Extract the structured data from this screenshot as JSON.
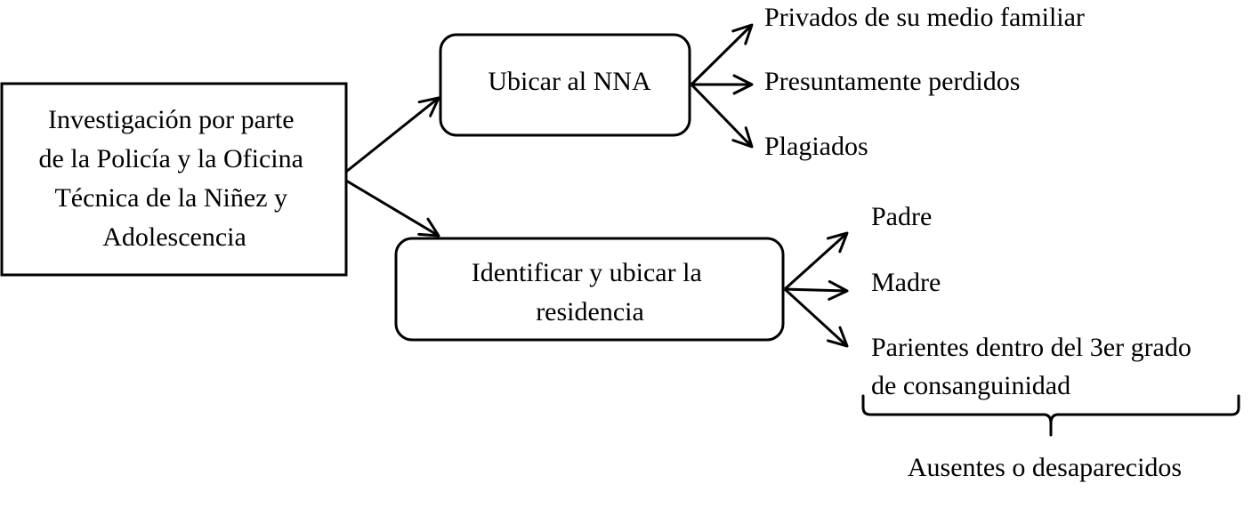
{
  "root": {
    "lines": [
      "Investigación por parte",
      "de la Policía y la Oficina",
      "Técnica de la Niñez y",
      "Adolescencia"
    ]
  },
  "branch_top": {
    "label": "Ubicar al NNA",
    "items": [
      "Privados de su medio familiar",
      "Presuntamente perdidos",
      "Plagiados"
    ]
  },
  "branch_bottom": {
    "lines": [
      "Identificar y ubicar la",
      "residencia"
    ],
    "items": [
      "Padre",
      "Madre"
    ],
    "item_multiline": [
      "Parientes dentro del 3er grado",
      "de consanguinidad"
    ]
  },
  "brace": {
    "label": "Ausentes o desaparecidos"
  },
  "colors": {
    "stroke": "#000000",
    "background": "#ffffff"
  }
}
